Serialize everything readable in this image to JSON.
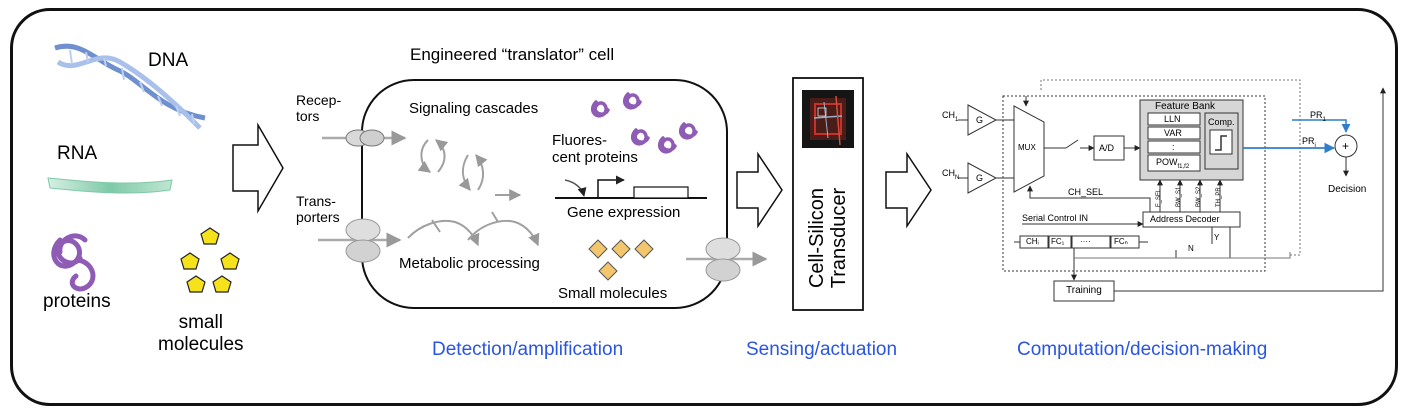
{
  "left_panel": {
    "dna_label": "DNA",
    "rna_label": "RNA",
    "proteins_label": "proteins",
    "small_molecules_label": "small\nmolecules"
  },
  "cell": {
    "title": "Engineered “translator” cell",
    "receptors_label": "Recep-\ntors",
    "transporters_label": "Trans-\nporters",
    "signaling_label": "Signaling cascades",
    "fluorescent_label": "Fluores-\ncent proteins",
    "gene_expression_label": "Gene expression",
    "metabolic_label": "Metabolic processing",
    "small_molecules_label": "Small molecules"
  },
  "transducer": {
    "label": "Cell-Silicon\nTransducer"
  },
  "circuit": {
    "feature_bank_title": "Feature Bank",
    "features": [
      "LLN",
      "VAR",
      ":",
      "POW"
    ],
    "pow_subscript": "f1,f2",
    "comp_label": "Comp.",
    "mux_label": "MUX",
    "ad_label": "A/D",
    "g_label": "G",
    "ch1_label": "CH",
    "ch1_sub": "1",
    "chn_label": "CH",
    "chn_sub": "N",
    "ch_sel_label": "CH_SEL",
    "serial_label": "Serial Control IN",
    "address_decoder_label": "Address Decoder",
    "control_fields": [
      "F_SEL",
      "BW_S1",
      "BW_S2",
      "TH_PR"
    ],
    "register_cells": [
      "CHᵢ",
      "FC₁",
      "····",
      "FCₙ"
    ],
    "n_label": "N",
    "y_label": "Y",
    "training_label": "Training",
    "pr1_label": "PR",
    "pr1_sub": "1",
    "pri_label": "PR",
    "pri_sub": "i",
    "decision_label": "Decision",
    "sum_symbol": "+"
  },
  "stages": {
    "detection": "Detection/amplification",
    "sensing": "Sensing/actuation",
    "computation": "Computation/decision-making"
  },
  "colors": {
    "stage_label": "#2a55e0",
    "protein": "#8e5bb5",
    "small_molecule_pentagon": "#f5e21a",
    "small_molecule_diamond": "#f3c66e",
    "dna": "#7f9fd6",
    "rna": "#8fd1b4",
    "feature_bank_fill": "#d6d6d6",
    "signal_blue": "#2e7fc8",
    "chip_red": "#c8302b"
  }
}
